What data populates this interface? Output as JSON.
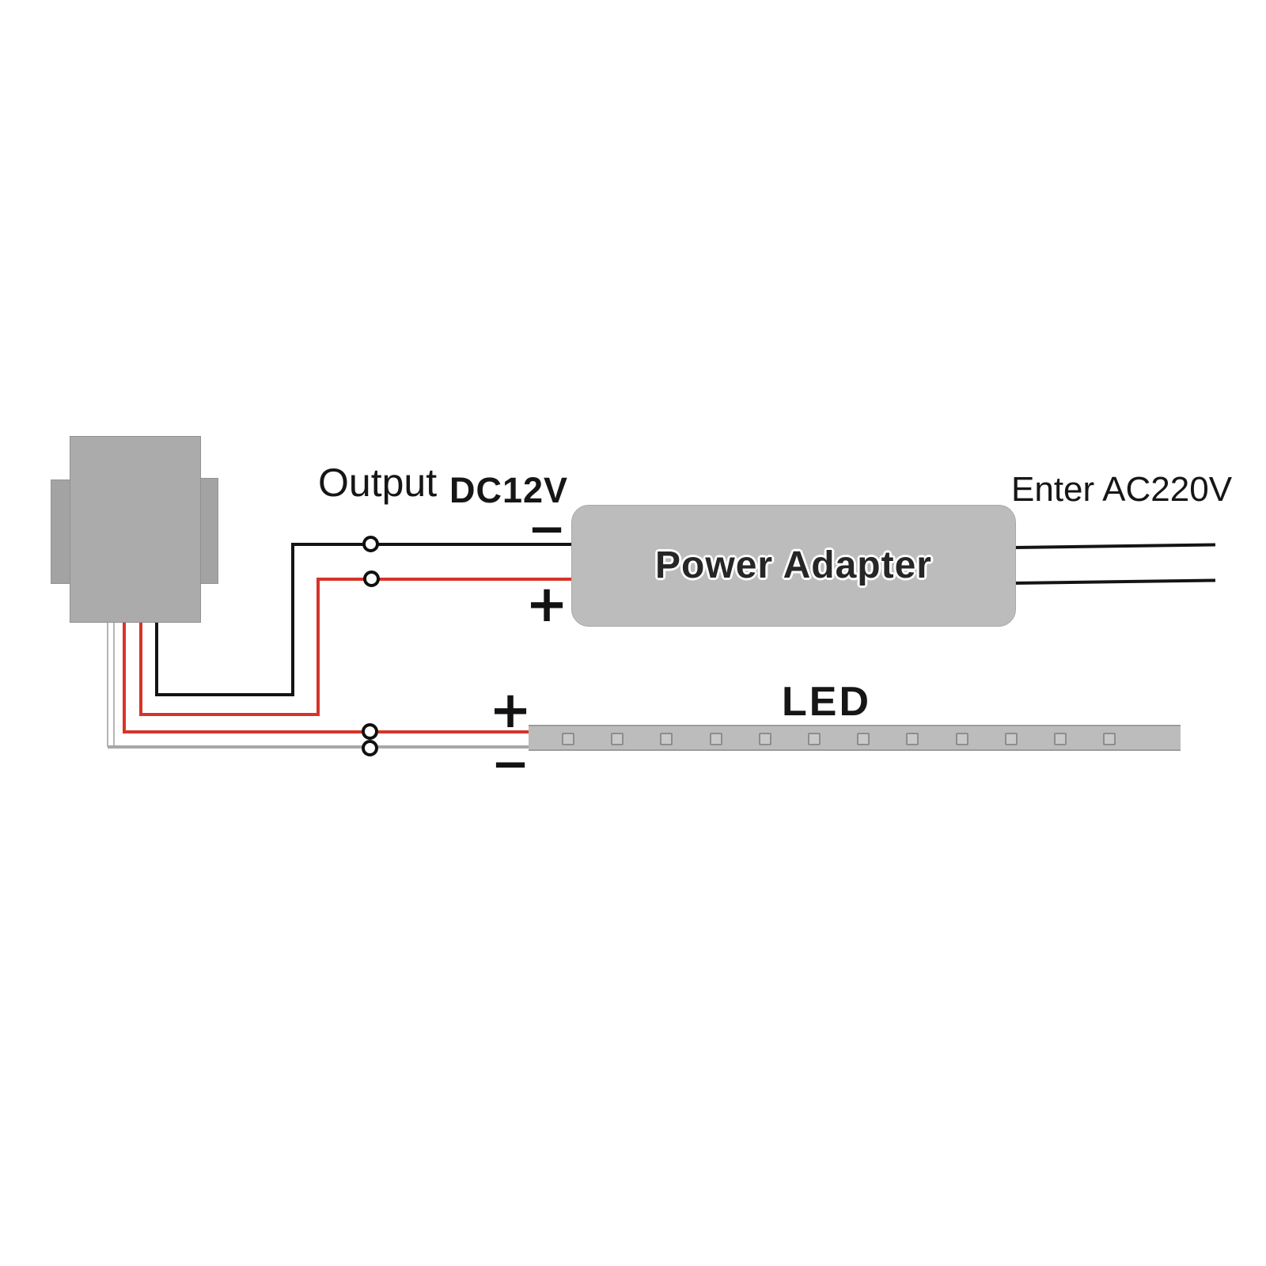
{
  "diagram": {
    "type": "led-strip-wiring-diagram",
    "labels": {
      "output": "Output",
      "output_voltage": "DC12V",
      "input": "Enter",
      "input_voltage": "AC220V",
      "power_adapter": "Power Adapter",
      "led": "LED",
      "plus": "+",
      "minus": "−"
    },
    "components": {
      "led_strip": {
        "pad_count": 12
      }
    },
    "colors": {
      "wire_positive": "#d63429",
      "wire_negative": "#141414",
      "wire_neutral": "#a8a8a8",
      "component_fill": "#bcbcbc",
      "sensor_fill": "#ababab",
      "pad_fill": "#c9c9c9",
      "pad_border": "#8d8d8d"
    }
  }
}
